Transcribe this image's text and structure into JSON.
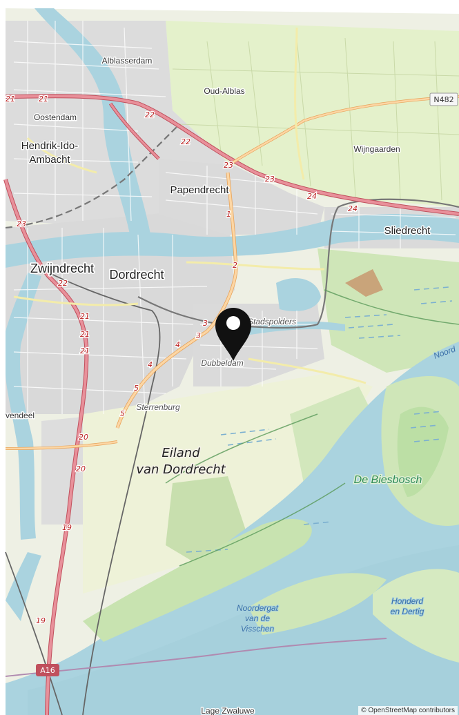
{
  "map": {
    "places": [
      {
        "id": "alblasserdam",
        "label": "Alblasserdam"
      },
      {
        "id": "oud-alblas",
        "label": "Oud-Alblas"
      },
      {
        "id": "oostendam",
        "label": "Oostendam"
      },
      {
        "id": "hendrik-ido-1",
        "label": "Hendrik-Ido-"
      },
      {
        "id": "hendrik-ido-2",
        "label": "Ambacht"
      },
      {
        "id": "papendrecht",
        "label": "Papendrecht"
      },
      {
        "id": "wijngaarden",
        "label": "Wijngaarden"
      },
      {
        "id": "sliedrecht",
        "label": "Sliedrecht"
      },
      {
        "id": "zwijndrecht",
        "label": "Zwijndrecht"
      },
      {
        "id": "dordrecht",
        "label": "Dordrecht"
      },
      {
        "id": "stadspolders",
        "label": "Stadspolders"
      },
      {
        "id": "dubbeldam",
        "label": "Dubbeldam"
      },
      {
        "id": "sterrenburg",
        "label": "Sterrenburg"
      },
      {
        "id": "wendeel",
        "label": "vendeel"
      },
      {
        "id": "lage-zwaluwe",
        "label": "Lage Zwaluwe"
      }
    ],
    "island_label": [
      "Eiland",
      "van Dordrecht"
    ],
    "park_label": "De Biesbosch",
    "water_labels": [
      {
        "id": "noordergat",
        "lines": [
          "Noordergat",
          "van de",
          "Visschen"
        ]
      },
      {
        "id": "honderd",
        "lines": [
          "Honderd",
          "en Dertig"
        ]
      },
      {
        "id": "noord",
        "lines": [
          "Noord"
        ]
      }
    ],
    "road_shields": {
      "n482": "N482",
      "a16": "A16"
    },
    "junctions": [
      "21",
      "21",
      "22",
      "22",
      "23",
      "23",
      "24",
      "24",
      "1",
      "2",
      "3",
      "3",
      "4",
      "4",
      "5",
      "5",
      "20",
      "20",
      "21",
      "21",
      "21",
      "22",
      "23",
      "19",
      "19"
    ],
    "marker": {
      "icon": "map-pin-icon"
    },
    "colors": {
      "water": "#aad3df",
      "farmland": "#e9f3d2",
      "urban": "#dedede",
      "motorway": "#e8909a",
      "primary": "#fcd6a4",
      "park": "#c8e3b0"
    }
  },
  "attribution": "© OpenStreetMap contributors"
}
